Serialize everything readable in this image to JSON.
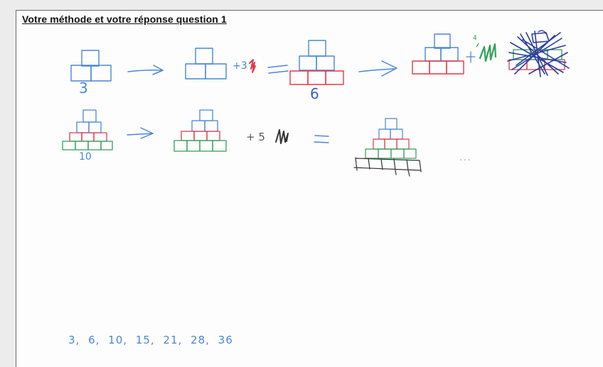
{
  "title": "Votre méthode et votre réponse question 1",
  "row1": {
    "label_a": "3",
    "plus_a": "+3",
    "label_b": "6",
    "small_mark": "4"
  },
  "row2": {
    "label_a": "10",
    "plus_b": "+ 5",
    "equals": "=",
    "ellipsis": "..."
  },
  "answer_sequence": "3, 6, 10, 15, 21, 28, 36",
  "ink_colors": {
    "blue": "#4a86d8",
    "red": "#e23a48",
    "green": "#2fa05a",
    "dark": "#333333",
    "navy": "#2b3e9c"
  }
}
